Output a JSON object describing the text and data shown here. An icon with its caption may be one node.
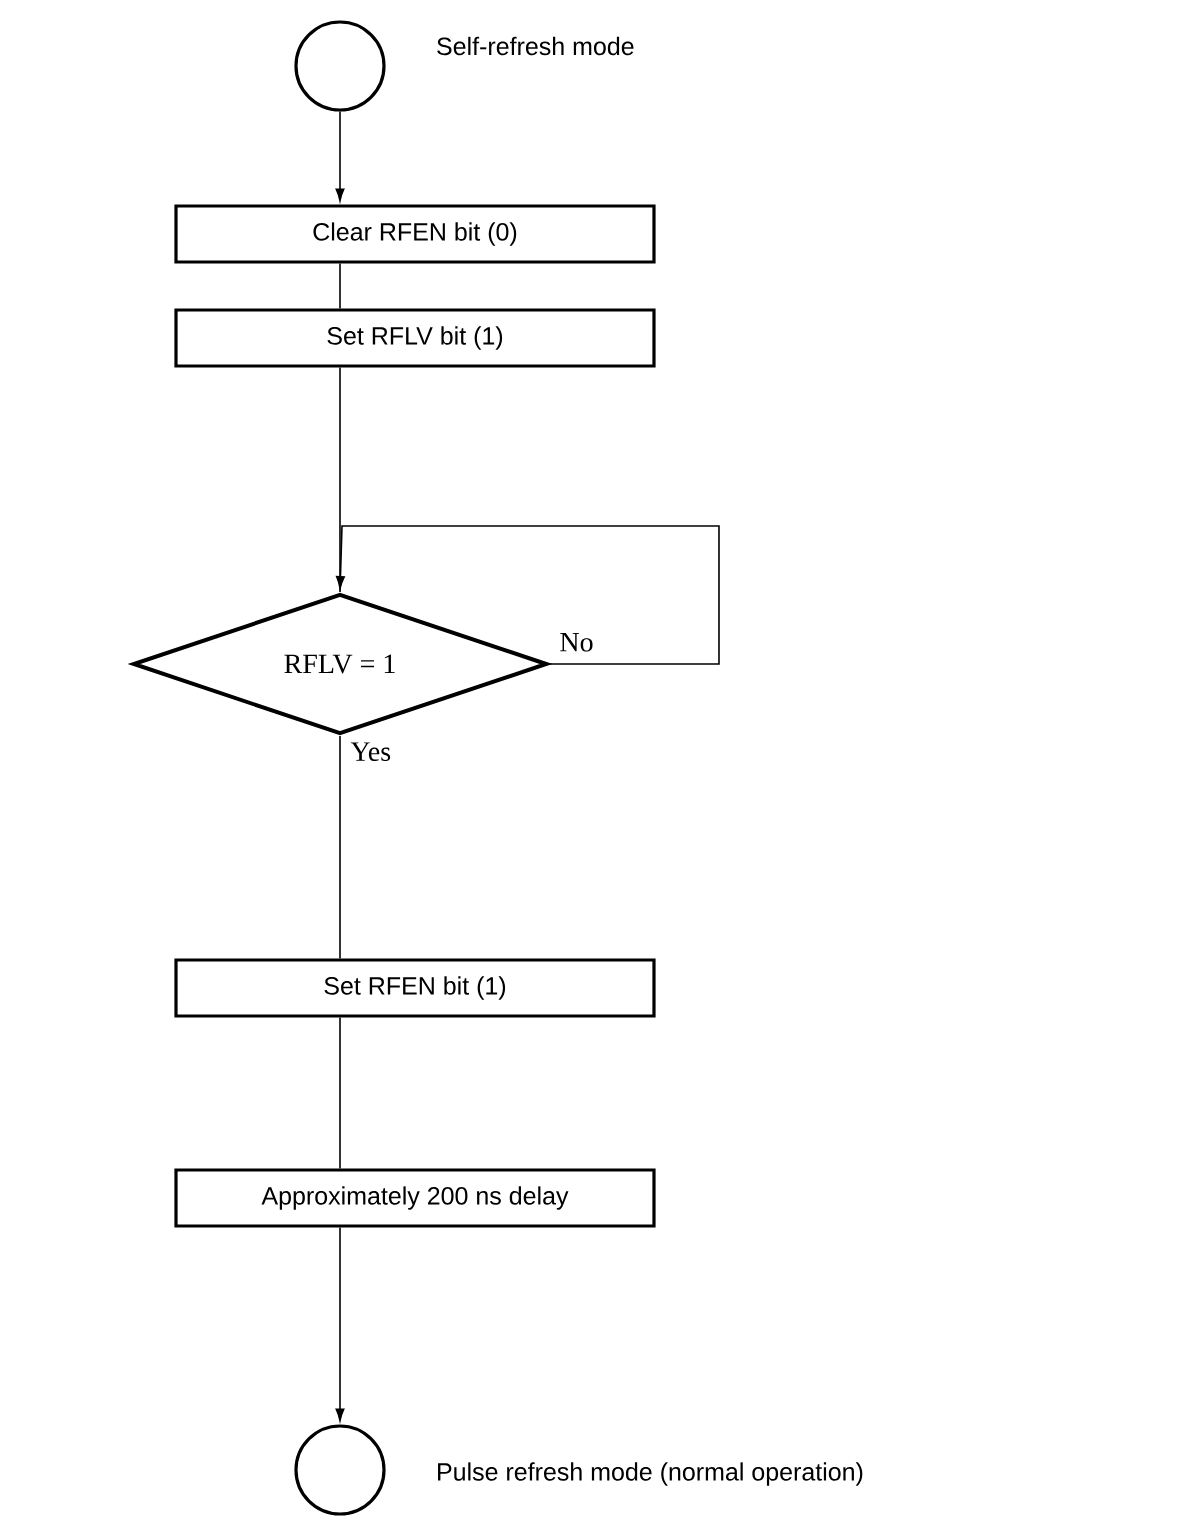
{
  "diagram": {
    "nodes": [
      {
        "text": [],
        "shape": "circle",
        "beside": [
          "Self-refresh mode"
        ]
      },
      {
        "text": [
          "Clear RFEN bit (0)"
        ]
      },
      {
        "text": [
          "Set RFLV bit (1)"
        ]
      },
      {
        "text": [
          "RFLV = 1"
        ]
      },
      {
        "text": [
          "Set RFEN bit (1)"
        ]
      },
      {
        "text": [
          "Approximately 200 ns delay"
        ]
      },
      {
        "text": [],
        "shape": "circle",
        "beside": [
          "Pulse refresh mode (normal operation)"
        ]
      }
    ],
    "edges": [
      {
        "from": 0,
        "to": 1,
        "arrow": "to"
      },
      {
        "from": 1,
        "to": 2,
        "arrow": "none"
      },
      {
        "from": 2,
        "to": 3,
        "arrow": "none"
      },
      {
        "from": 3,
        "to": 3,
        "label": "No",
        "arrow": "to"
      },
      {
        "from": 3,
        "to": 4,
        "label": "Yes",
        "arrow": "none"
      },
      {
        "from": 4,
        "to": 5,
        "arrow": "none"
      },
      {
        "from": 5,
        "to": 6,
        "arrow": "to"
      }
    ]
  }
}
